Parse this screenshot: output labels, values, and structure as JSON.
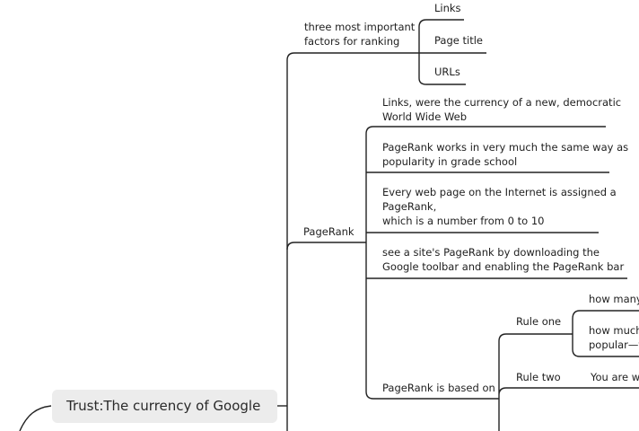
{
  "mindmap": {
    "root": "Trust:The currency of Google",
    "branches": {
      "factors": {
        "label": "three most important\nfactors for ranking",
        "children": [
          "Links",
          "Page title",
          "URLs"
        ]
      },
      "pagerank": {
        "label": "PageRank",
        "children": [
          "Links, were the currency of a new, democratic\nWorld Wide Web",
          "PageRank works in very much the same way as\npopularity in grade school",
          "Every web page on the Internet is assigned a\nPageRank,\nwhich is a number from 0 to 10",
          "see a site's PageRank by downloading the\nGoogle toolbar and enabling the PageRank bar"
        ],
        "based_on": {
          "label": "PageRank is based on",
          "rule_one": {
            "label": "Rule one",
            "children": [
              "how many",
              "how much\npopular—t"
            ]
          },
          "rule_two": {
            "label": "Rule two",
            "children": [
              "You are wh"
            ]
          }
        }
      }
    }
  }
}
